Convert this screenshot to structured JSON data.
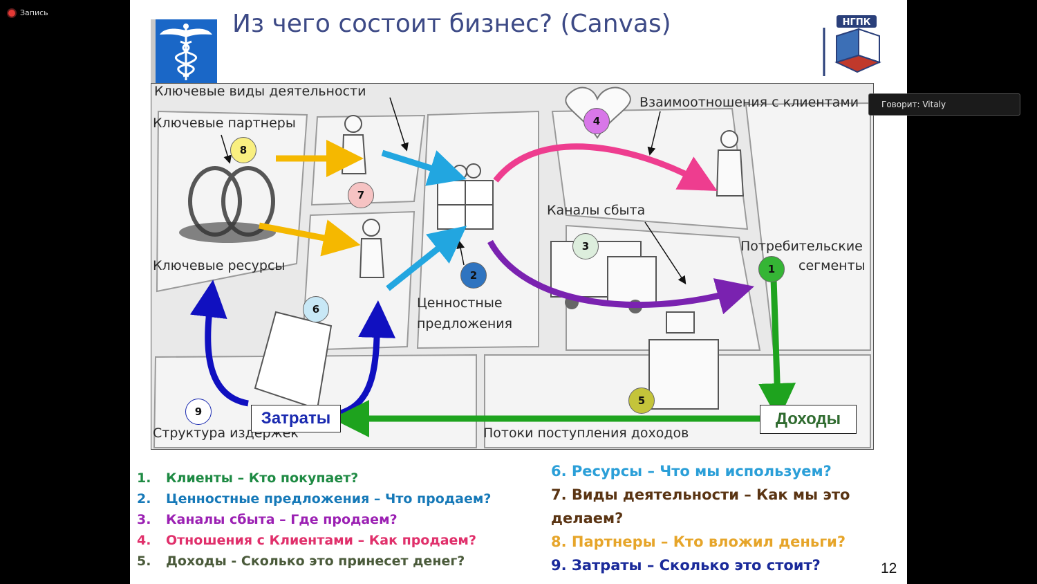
{
  "recording": {
    "label": "Запись"
  },
  "speaker": {
    "label": "Говорит: Vitaly"
  },
  "slide": {
    "title": "Из чего состоит бизнес? (Canvas)",
    "logo_text": "НГПК",
    "page_number": "12",
    "canvas": {
      "labels": {
        "key_activities": "Ключевые виды деятельности",
        "key_partners": "Ключевые партнеры",
        "key_resources": "Ключевые ресурсы",
        "customer_relationships": "Взаимоотношения с клиентами",
        "channels": "Каналы сбыта",
        "segments_line1": "Потребительские",
        "segments_line2": "сегменты",
        "value_line1": "Ценностные",
        "value_line2": "предложения",
        "cost_structure": "Структура издержек",
        "revenue_streams": "Потоки поступления доходов"
      },
      "boxes": {
        "costs": "Затраты",
        "revenue": "Доходы"
      },
      "numbers": [
        "1",
        "2",
        "3",
        "4",
        "5",
        "6",
        "7",
        "8",
        "9"
      ]
    },
    "legend_left": [
      {
        "n": "1.",
        "text": "Клиенты – Кто покупает?",
        "color": "#1e8a43"
      },
      {
        "n": "2.",
        "text": "Ценностные предложения – Что продаем?",
        "color": "#1679b8"
      },
      {
        "n": "3.",
        "text": "Каналы сбыта – Где продаем?",
        "color": "#9b20b3"
      },
      {
        "n": "4.",
        "text": "Отношения с Клиентами – Как продаем?",
        "color": "#e0306b"
      },
      {
        "n": "5.",
        "text": "Доходы - Сколько это принесет денег?",
        "color": "#4a5a3a"
      }
    ],
    "legend_right": [
      {
        "text": "6. Ресурсы – Что мы используем?",
        "color": "#2b9fd8"
      },
      {
        "text": "7. Виды деятельности – Как мы это делаем?",
        "color": "#5a3413"
      },
      {
        "text": "8. Партнеры – Кто вложил деньги?",
        "color": "#e6a52a"
      },
      {
        "text": "9. Затраты – Сколько это стоит?",
        "color": "#1a2a9a"
      }
    ]
  }
}
